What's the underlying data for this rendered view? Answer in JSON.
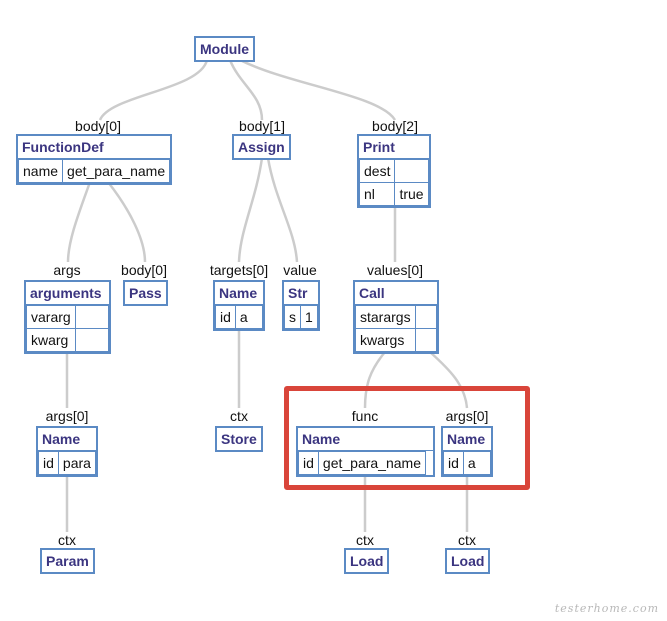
{
  "nodes": {
    "module": {
      "title": "Module"
    },
    "functiondef": {
      "title": "FunctionDef",
      "rows": [
        [
          "name",
          "get_para_name"
        ]
      ]
    },
    "assign": {
      "title": "Assign"
    },
    "print": {
      "title": "Print",
      "rows": [
        [
          "dest",
          ""
        ],
        [
          "nl",
          "true"
        ]
      ]
    },
    "arguments": {
      "title": "arguments",
      "rows": [
        [
          "vararg",
          ""
        ],
        [
          "kwarg",
          ""
        ]
      ]
    },
    "pass": {
      "title": "Pass"
    },
    "name_a_target": {
      "title": "Name",
      "rows": [
        [
          "id",
          "a"
        ]
      ]
    },
    "str": {
      "title": "Str",
      "rows": [
        [
          "s",
          "1"
        ]
      ]
    },
    "call": {
      "title": "Call",
      "rows": [
        [
          "starargs",
          ""
        ],
        [
          "kwargs",
          ""
        ]
      ]
    },
    "name_para": {
      "title": "Name",
      "rows": [
        [
          "id",
          "para"
        ]
      ]
    },
    "store": {
      "title": "Store"
    },
    "name_func": {
      "title": "Name",
      "rows": [
        [
          "id",
          "get_para_name"
        ]
      ]
    },
    "name_a_arg": {
      "title": "Name",
      "rows": [
        [
          "id",
          "a"
        ]
      ]
    },
    "param": {
      "title": "Param"
    },
    "load_func": {
      "title": "Load"
    },
    "load_arg": {
      "title": "Load"
    }
  },
  "edge_labels": {
    "body0": "body[0]",
    "body1": "body[1]",
    "body2": "body[2]",
    "args": "args",
    "func_body0": "body[0]",
    "targets0": "targets[0]",
    "value": "value",
    "values0": "values[0]",
    "args0_param": "args[0]",
    "ctx_store": "ctx",
    "func": "func",
    "args0_call": "args[0]",
    "ctx_param": "ctx",
    "ctx_load_func": "ctx",
    "ctx_load_arg": "ctx"
  },
  "watermark": "testerhome.com",
  "colors": {
    "node_border": "#5b8ac4",
    "node_title": "#3b3580",
    "edge": "#cccccc",
    "highlight": "#d9453a"
  }
}
